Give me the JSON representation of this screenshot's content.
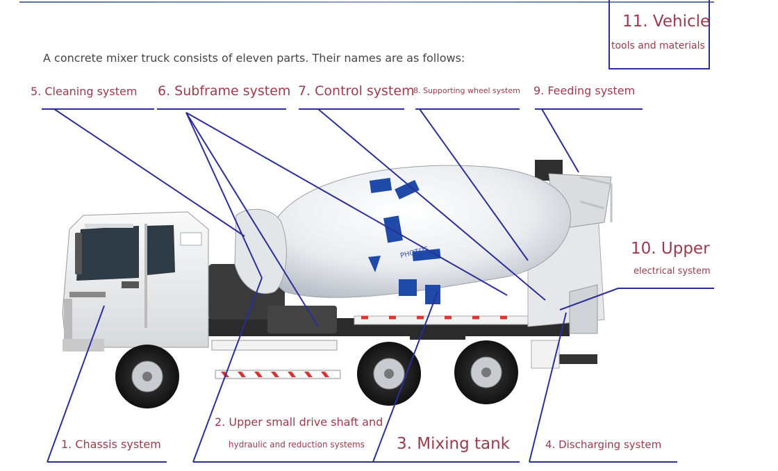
{
  "intro": "A concrete mixer truck consists of eleven parts. Their names are as follows:",
  "labels": {
    "p1": "1. Chassis system",
    "p2a": "2. Upper small drive shaft and",
    "p2b": "hydraulic and reduction systems",
    "p3": "3. Mixing tank",
    "p4": "4. Discharging system",
    "p5": "5. Cleaning system",
    "p6": "6. Subframe system",
    "p7": "7. Control system",
    "p8": "8. Supporting wheel system",
    "p9": "9. Feeding system",
    "p10a": "10. Upper",
    "p10b": "electrical system",
    "p11a": "11. Vehicle",
    "p11b": "tools and materials"
  },
  "watermark": "PHOTOS",
  "colors": {
    "line": "#2a2d9a",
    "label": "#9b3a4a",
    "drum_mark": "#1f4aa8"
  }
}
